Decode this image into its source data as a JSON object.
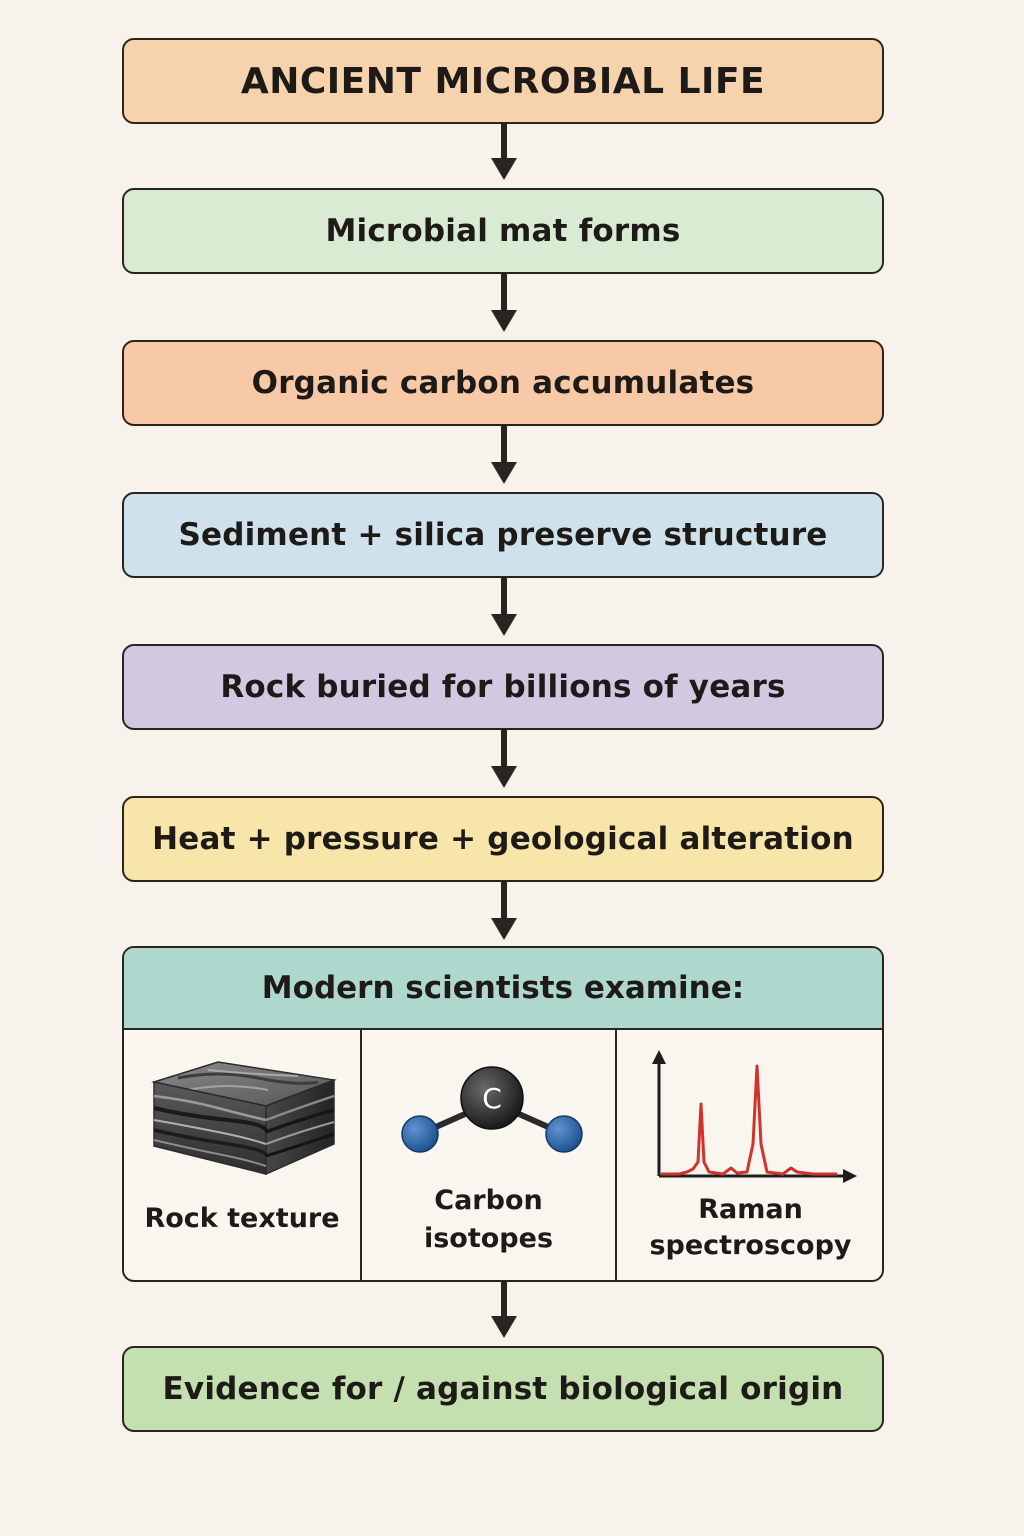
{
  "steps": [
    {
      "label": "ANCIENT MICROBIAL LIFE",
      "color": "#f7d3ad"
    },
    {
      "label": "Microbial mat forms",
      "color": "#d9ebd3"
    },
    {
      "label": "Organic carbon accumulates",
      "color": "#f8c9a6"
    },
    {
      "label": "Sediment + silica preserve structure",
      "color": "#cfe2ec"
    },
    {
      "label": "Rock buried for billions of years",
      "color": "#d2c8e2"
    },
    {
      "label": "Heat + pressure + geological alteration",
      "color": "#f8e5a9"
    }
  ],
  "examine": {
    "header": "Modern scientists examine:",
    "header_color": "#aed8cd",
    "methods": [
      {
        "label": "Rock texture",
        "icon": "rock-layers-icon"
      },
      {
        "label_line1": "Carbon",
        "label_line2": "isotopes",
        "icon": "carbon-molecule-icon",
        "atom_label": "C"
      },
      {
        "label_line1": "Raman",
        "label_line2": "spectroscopy",
        "icon": "raman-spectrum-icon",
        "line_color": "#d3322b"
      }
    ]
  },
  "conclusion": {
    "label": "Evidence for / against biological origin",
    "color": "#c4dfb0"
  }
}
